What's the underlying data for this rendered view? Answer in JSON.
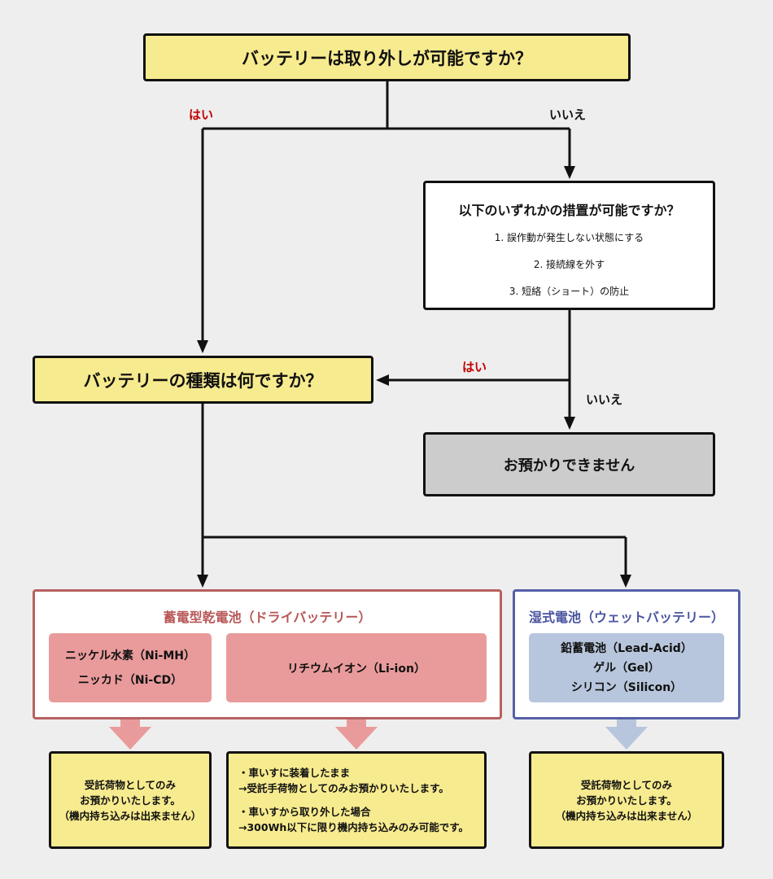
{
  "question1": "バッテリーは取り外しが可能ですか？",
  "question2": {
    "title": "以下のいずれかの措置が可能ですか？",
    "items": [
      "1. 誤作動が発生しない状態にする",
      "2. 接続線を外す",
      "3. 短絡（ショート）の防止"
    ]
  },
  "question3": "バッテリーの種類は何ですか？",
  "not_accepted": "お預かりできません",
  "labels": {
    "q1_yes": "はい",
    "q1_no": "いいえ",
    "q2_yes": "はい",
    "q2_no": "いいえ"
  },
  "dry_group": {
    "title": "蓄電型乾電池（ドライバッテリー）",
    "nickel": [
      "ニッケル水素（Ni-MH）",
      "ニッカド（Ni-CD）"
    ],
    "lithium": "リチウムイオン（Li-ion）"
  },
  "wet_group": {
    "title": "湿式電池（ウェットバッテリー）",
    "types": [
      "鉛蓄電池（Lead-Acid）",
      "ゲル（Gel）",
      "シリコン（Silicon）"
    ]
  },
  "results": {
    "nickel": [
      "受託荷物としてのみ",
      "お預かりいたします。",
      "（機内持ち込みは出来ません）"
    ],
    "lithium": [
      "・車いすに装着したまま",
      "→受託手荷物としてのみお預かりいたします。",
      "・車いすから取り外した場合",
      "→300Wh以下に限り機内持ち込みのみ可能です。"
    ],
    "wet": [
      "受託荷物としてのみ",
      "お預かりいたします。",
      "（機内持ち込みは出来ません）"
    ]
  },
  "colors": {
    "question_fill": "#f7eb8f",
    "dry_accent": "#b86060",
    "dry_fill": "#e99b9b",
    "wet_accent": "#5560a8",
    "wet_fill": "#b7c6dc",
    "yes_label": "#c00000"
  }
}
